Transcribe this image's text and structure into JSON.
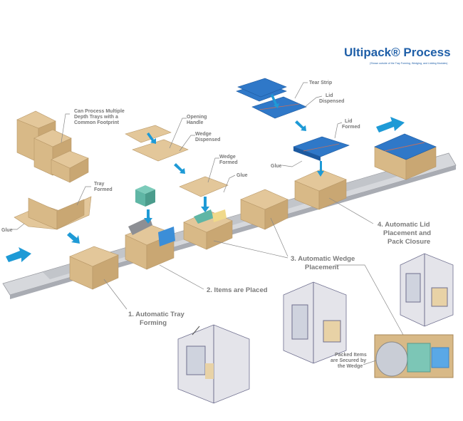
{
  "header": {
    "title": "Ultipack® Process",
    "subtitle": "(Shown outside of the Tray Forming, Wedging, and Lidding Modules)"
  },
  "callouts": {
    "multi_depth": [
      "Can Process Multiple",
      "Depth Trays with a",
      "Common Footprint"
    ],
    "tray_formed": [
      "Tray",
      "Formed"
    ],
    "glue_tray": "Glue",
    "opening_handle": [
      "Opening",
      "Handle"
    ],
    "wedge_dispensed": [
      "Wedge",
      "Dispensed"
    ],
    "wedge_formed": [
      "Wedge",
      "Formed"
    ],
    "glue_wedge": "Glue",
    "tear_strip": "Tear Strip",
    "lid_dispensed": [
      "Lid",
      "Dispensed"
    ],
    "lid_formed": [
      "Lid",
      "Formed"
    ],
    "glue_lid": "Glue",
    "packed_items": [
      "Packed Items",
      "are Secured by",
      "the Wedge"
    ]
  },
  "steps": {
    "step1": [
      "1. Automatic Tray",
      "Forming"
    ],
    "step2": "2. Items are Placed",
    "step3": [
      "3. Automatic Wedge",
      "Placement"
    ],
    "step4": [
      "4. Automatic Lid",
      "Placement and",
      "Pack Closure"
    ]
  },
  "colors": {
    "accent": "#1f5fa8",
    "cardboard": "#e3c79a",
    "lid": "#2f78c8",
    "arrow": "#1e9ad6"
  }
}
